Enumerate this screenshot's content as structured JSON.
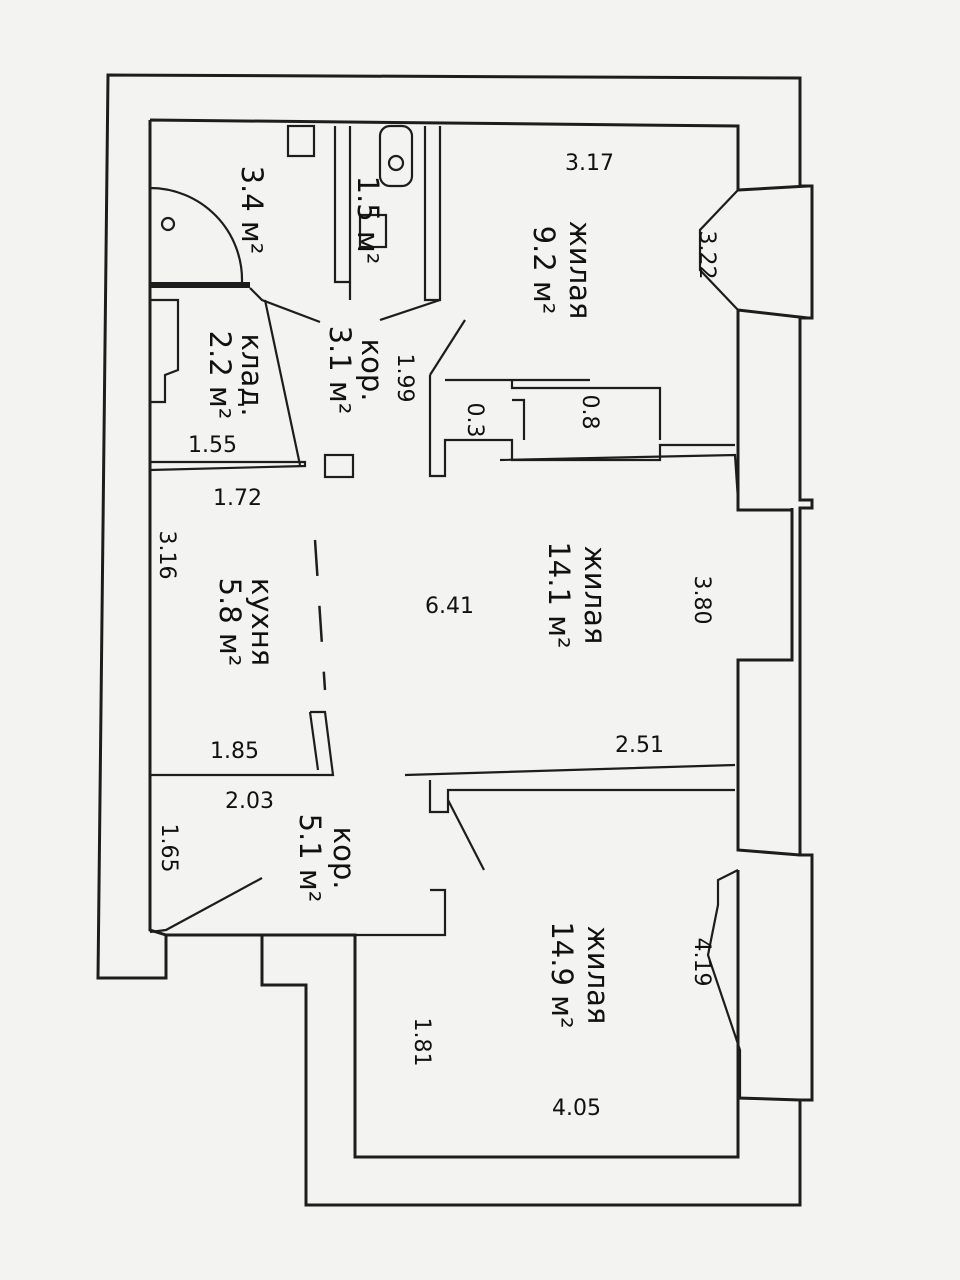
{
  "rooms": [
    {
      "id": "living-1",
      "name": "жилая",
      "area": "9.2 м²"
    },
    {
      "id": "bathroom",
      "name": "",
      "area": "3.4 м²"
    },
    {
      "id": "wc",
      "name": "",
      "area": "1.5 м²"
    },
    {
      "id": "corridor-1",
      "name": "кор.",
      "area": "3.1 м²"
    },
    {
      "id": "storage",
      "name": "клад.",
      "area": "2.2 м²"
    },
    {
      "id": "kitchen",
      "name": "кухня",
      "area": "5.8 м²"
    },
    {
      "id": "living-2",
      "name": "жилая",
      "area": "14.1 м²"
    },
    {
      "id": "corridor-2",
      "name": "кор.",
      "area": "5.1 м²"
    },
    {
      "id": "living-3",
      "name": "жилая",
      "area": "14.9 м²"
    }
  ],
  "dimensions": {
    "d317": "3.17",
    "d322": "3.22",
    "d199": "1.99",
    "d03": "0.3",
    "d08": "0.8",
    "d155": "1.55",
    "d172": "1.72",
    "d316": "3.16",
    "d641": "6.41",
    "d380": "3.80",
    "d185": "1.85",
    "d251": "2.51",
    "d203": "2.03",
    "d165": "1.65",
    "d419": "4.19",
    "d181": "1.81",
    "d405": "4.05"
  }
}
